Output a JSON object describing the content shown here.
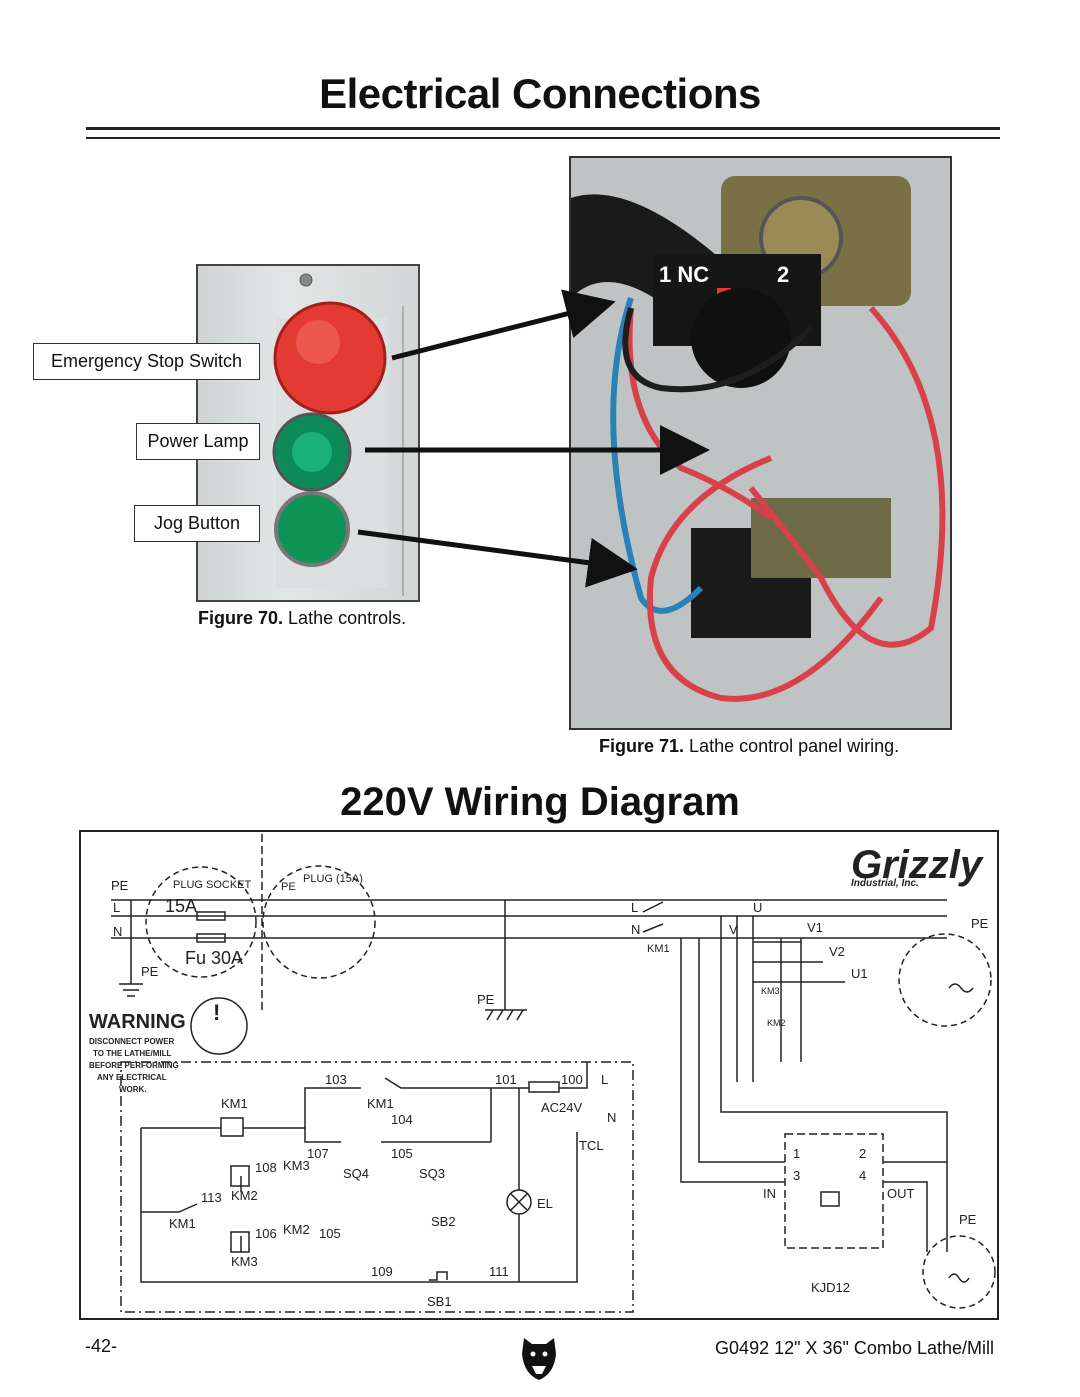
{
  "page": {
    "title": "Electrical Connections",
    "section_title": "220V Wiring Diagram",
    "page_number": "-42-",
    "model_footer": "G0492 12\" X 36\" Combo Lathe/Mill"
  },
  "figure70": {
    "callouts": [
      "Emergency Stop Switch",
      "Power Lamp",
      "Jog Button"
    ],
    "caption_label": "Figure 70.",
    "caption_text": "Lathe controls."
  },
  "figure71": {
    "caption_label": "Figure 71.",
    "caption_text": "Lathe control panel wiring.",
    "switch_labels": {
      "nc": "1  NC",
      "two": "2"
    }
  },
  "diagram": {
    "brand": "Grizzly",
    "brand_sub": "Industrial, Inc.",
    "warning_title": "WARNING",
    "warning_lines": [
      "DISCONNECT POWER",
      "TO THE LATHE/MILL",
      "BEFORE PERFORMING",
      "ANY ELECTRICAL",
      "WORK."
    ],
    "plug_socket": "PLUG  SOCKET",
    "plug_15a": "PLUG (15A)",
    "rating_15a": "15A",
    "fuse": "Fu  30A",
    "labels": {
      "pe": "PE",
      "l": "L",
      "n": "N",
      "u": "U",
      "v": "V",
      "v1": "V1",
      "v2": "V2",
      "u1": "U1",
      "km1": "KM1",
      "km2": "KM2",
      "km3": "KM3",
      "sq3": "SQ3",
      "sq4": "SQ4",
      "sb1": "SB1",
      "sb2": "SB2",
      "el": "EL",
      "tcl": "TCL",
      "ac24v": "AC24V",
      "in": "IN",
      "out": "OUT",
      "kjd12": "KJD12",
      "w101": "101",
      "w100": "100",
      "w103": "103",
      "w104": "104",
      "w105": "105",
      "w106": "106",
      "w107": "107",
      "w108": "108",
      "w109": "109",
      "w111": "111",
      "w113": "113",
      "t1": "1",
      "t2": "2",
      "t3": "3",
      "t4": "4"
    }
  }
}
